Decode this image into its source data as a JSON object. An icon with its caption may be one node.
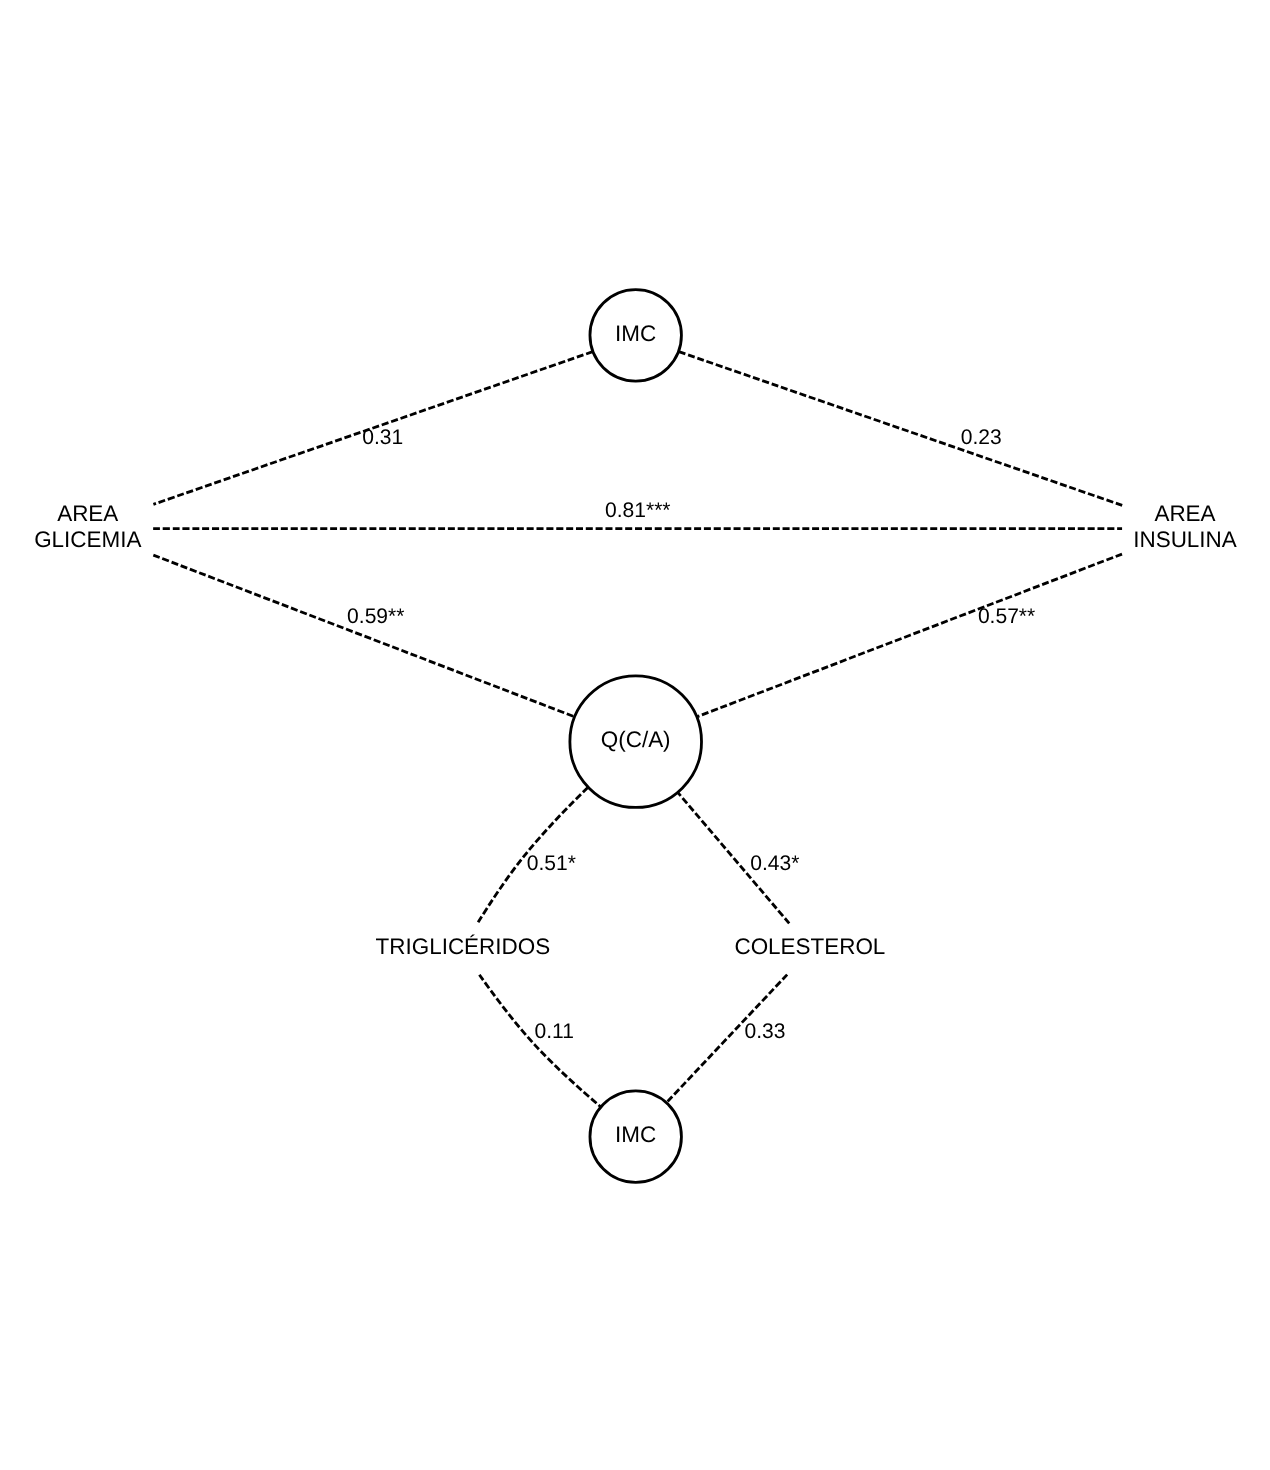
{
  "diagram": {
    "nodes": [
      {
        "text": [
          "IMC"
        ]
      },
      {
        "text": [
          "AREA GLICEMIA"
        ]
      },
      {
        "text": [
          "AREA INSULINA"
        ]
      },
      {
        "text": [
          "Q(C/A)"
        ]
      },
      {
        "text": [
          "COLESTEROL"
        ]
      },
      {
        "text": [
          "TRIGLICÉRIDOS"
        ]
      },
      {
        "text": [
          "IMC"
        ]
      }
    ],
    "edges": [
      {
        "from": 0,
        "to": 1,
        "arrow": "none",
        "style": "dashed",
        "label": "0.31"
      },
      {
        "from": 0,
        "to": 2,
        "arrow": "none",
        "style": "dashed",
        "label": "0.23"
      },
      {
        "from": 1,
        "to": 2,
        "arrow": "none",
        "style": "dashed",
        "label": "0.81***"
      },
      {
        "from": 1,
        "to": 3,
        "arrow": "none",
        "style": "dashed",
        "label": "0.59**"
      },
      {
        "from": 2,
        "to": 3,
        "arrow": "none",
        "style": "dashed",
        "label": "0.57**"
      },
      {
        "from": 4,
        "to": 3,
        "arrow": "none",
        "style": "dashed",
        "label": "0.43*"
      },
      {
        "from": 3,
        "to": 5,
        "arrow": "none",
        "style": "dashed",
        "label": "0.51*"
      },
      {
        "from": 4,
        "to": 6,
        "arrow": "none",
        "style": "dashed",
        "label": "0.33"
      },
      {
        "from": 5,
        "to": 6,
        "arrow": "none",
        "style": "dashed",
        "label": "0.11"
      }
    ]
  }
}
